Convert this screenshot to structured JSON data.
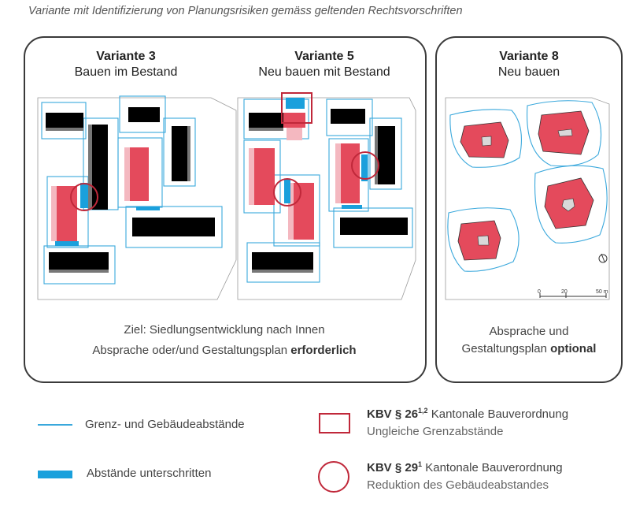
{
  "caption": "Variante mit Identifizierung von Planungsrisiken gemäss geltenden Rechtsvorschriften",
  "variants": [
    {
      "title": "Variante 3",
      "subtitle": "Bauen im Bestand"
    },
    {
      "title": "Variante 5",
      "subtitle": "Neu bauen mit Bestand"
    },
    {
      "title": "Variante 8",
      "subtitle": "Neu bauen"
    }
  ],
  "left_footer": {
    "line1": "Ziel: Siedlungsentwicklung nach Innen",
    "line2_prefix": "Absprache oder/und Gestaltungsplan",
    "line2_bold": "erforderlich"
  },
  "right_footer": {
    "line1": "Absprache und",
    "line2_prefix": "Gestaltungsplan",
    "line2_bold": "optional"
  },
  "scale": {
    "labels": [
      "0",
      "20",
      "50 m"
    ]
  },
  "legend": {
    "line_label": "Grenz- und Gebäudeabstände",
    "fill_label": "Abstände unterschritten",
    "kbv26_bold": "KBV § 26",
    "kbv26_sup": "1,2",
    "kbv26_rest": "Kantonale Bauverordnung",
    "kbv26_sub": "Ungleiche Grenzabstände",
    "kbv29_bold": "KBV § 29",
    "kbv29_sup": "1",
    "kbv29_rest": "Kantonale Bauverordnung",
    "kbv29_sub": "Reduktion des Gebäudeabstandes"
  },
  "colors": {
    "red": "#e44a5c",
    "blue": "#1aa0dc",
    "frame_red": "#c0283a",
    "black": "#000000",
    "line_blue": "#3aa8dc"
  },
  "icons": [
    "north-arrow-icon"
  ]
}
